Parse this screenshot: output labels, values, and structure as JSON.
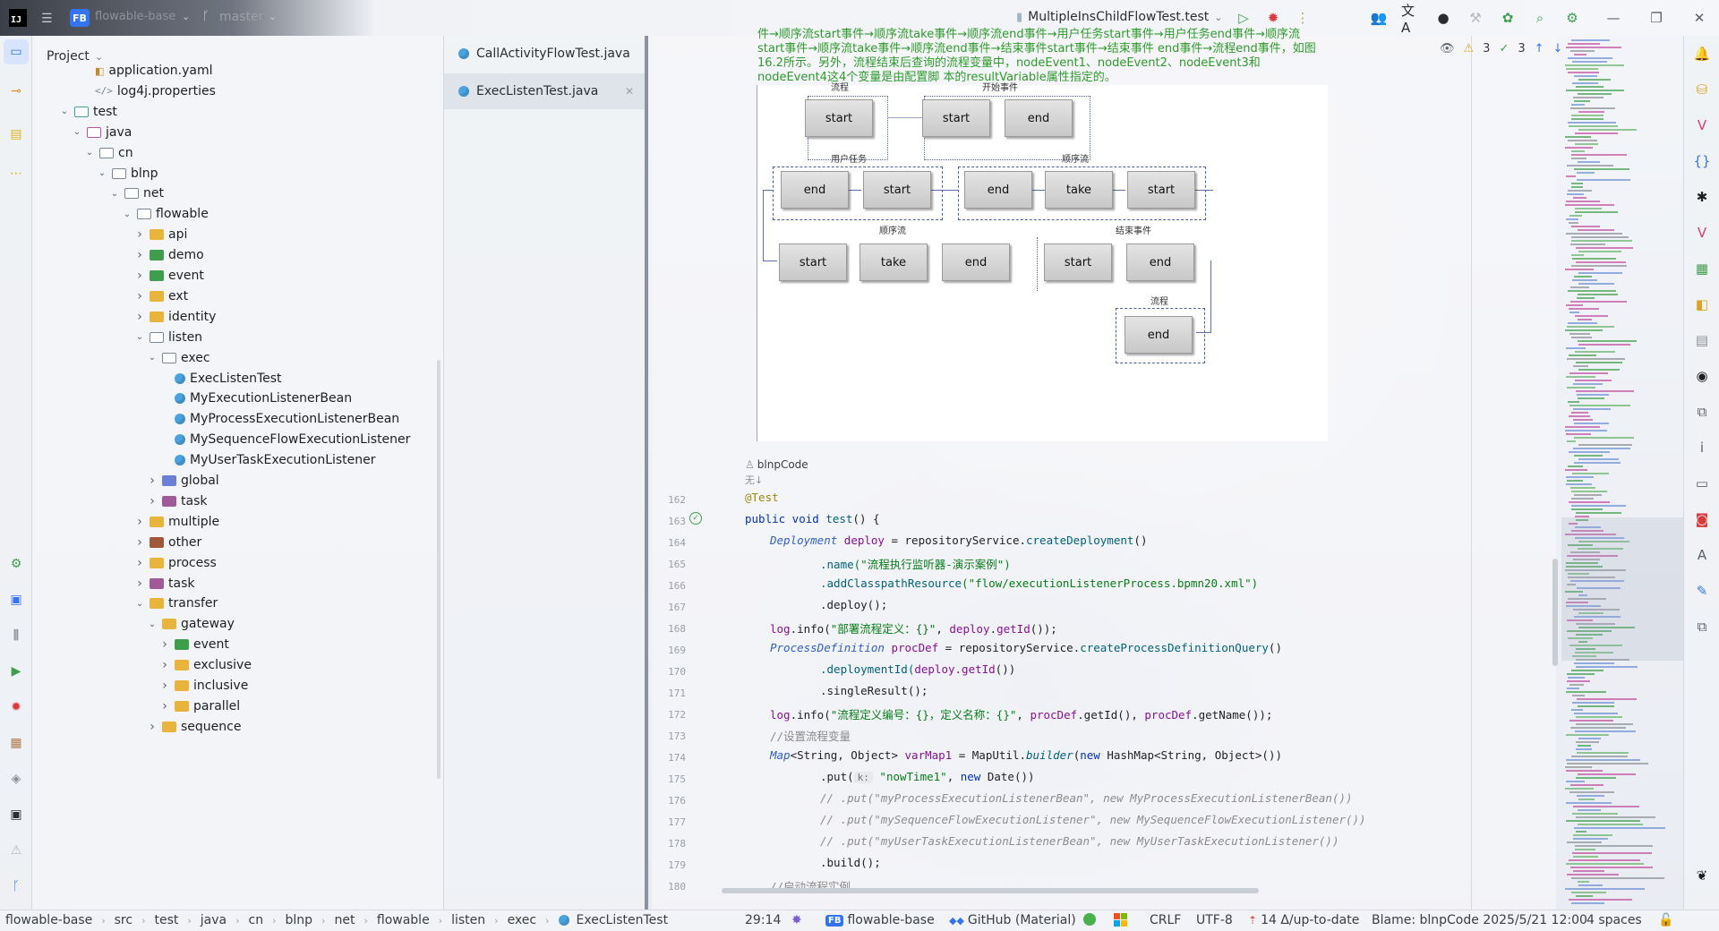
{
  "titlebar": {
    "app_logo": "IJ",
    "project_badge": "FB",
    "project_name": "flowable-base",
    "branch": "master",
    "run_config": "MultipleInsChildFlowTest.test"
  },
  "project_panel": {
    "title": "Project",
    "rows": [
      {
        "label": "application.yaml",
        "indent": 0,
        "arrow": "",
        "icon": "yaml"
      },
      {
        "label": "log4j.properties",
        "indent": 0,
        "arrow": "",
        "icon": "props"
      },
      {
        "label": "test",
        "indent": 0,
        "arrow": "down",
        "icon": "test-folder"
      },
      {
        "label": "java",
        "indent": 1,
        "arrow": "down",
        "icon": "src-folder"
      },
      {
        "label": "cn",
        "indent": 2,
        "arrow": "down",
        "icon": "package"
      },
      {
        "label": "blnp",
        "indent": 3,
        "arrow": "down",
        "icon": "package"
      },
      {
        "label": "net",
        "indent": 4,
        "arrow": "down",
        "icon": "package"
      },
      {
        "label": "flowable",
        "indent": 5,
        "arrow": "down",
        "icon": "package"
      },
      {
        "label": "api",
        "indent": 6,
        "arrow": "right",
        "icon": "api-folder"
      },
      {
        "label": "demo",
        "indent": 6,
        "arrow": "right",
        "icon": "demo-folder"
      },
      {
        "label": "event",
        "indent": 6,
        "arrow": "right",
        "icon": "event-folder"
      },
      {
        "label": "ext",
        "indent": 6,
        "arrow": "right",
        "icon": "folder"
      },
      {
        "label": "identity",
        "indent": 6,
        "arrow": "right",
        "icon": "folder"
      },
      {
        "label": "listen",
        "indent": 6,
        "arrow": "down",
        "icon": "package"
      },
      {
        "label": "exec",
        "indent": 7,
        "arrow": "down",
        "icon": "package"
      },
      {
        "label": "ExecListenTest",
        "indent": 8,
        "arrow": "",
        "icon": "java"
      },
      {
        "label": "MyExecutionListenerBean",
        "indent": 8,
        "arrow": "",
        "icon": "java"
      },
      {
        "label": "MyProcessExecutionListenerBean",
        "indent": 8,
        "arrow": "",
        "icon": "java"
      },
      {
        "label": "MySequenceFlowExecutionListener",
        "indent": 8,
        "arrow": "",
        "icon": "java"
      },
      {
        "label": "MyUserTaskExecutionListener",
        "indent": 8,
        "arrow": "",
        "icon": "java"
      },
      {
        "label": "global",
        "indent": 7,
        "arrow": "right",
        "icon": "global-folder"
      },
      {
        "label": "task",
        "indent": 7,
        "arrow": "right",
        "icon": "task-folder"
      },
      {
        "label": "multiple",
        "indent": 6,
        "arrow": "right",
        "icon": "folder"
      },
      {
        "label": "other",
        "indent": 6,
        "arrow": "right",
        "icon": "other-folder"
      },
      {
        "label": "process",
        "indent": 6,
        "arrow": "right",
        "icon": "folder"
      },
      {
        "label": "task",
        "indent": 6,
        "arrow": "right",
        "icon": "task-folder"
      },
      {
        "label": "transfer",
        "indent": 6,
        "arrow": "down",
        "icon": "folder"
      },
      {
        "label": "gateway",
        "indent": 7,
        "arrow": "down",
        "icon": "folder"
      },
      {
        "label": "event",
        "indent": 8,
        "arrow": "right",
        "icon": "event-folder"
      },
      {
        "label": "exclusive",
        "indent": 8,
        "arrow": "right",
        "icon": "folder"
      },
      {
        "label": "inclusive",
        "indent": 8,
        "arrow": "right",
        "icon": "folder"
      },
      {
        "label": "parallel",
        "indent": 8,
        "arrow": "right",
        "icon": "folder"
      },
      {
        "label": "sequence",
        "indent": 7,
        "arrow": "right",
        "icon": "folder"
      }
    ]
  },
  "tabs": [
    {
      "label": "CallActivityFlowTest.java",
      "active": false
    },
    {
      "label": "ExecListenTest.java",
      "active": true
    }
  ],
  "editor": {
    "inspections": {
      "warnings": "3",
      "typos": "3"
    },
    "doc_lines": [
      "件→顺序流start事件→顺序流take事件→顺序流end事件→用户任务start事件→用户任务end事件→顺序流",
      "start事件→顺序流take事件→顺序流end事件→结束事件start事件→结束事件 end事件→流程end事件，如图",
      "16.2所示。另外，流程结束后查询的流程变量中，nodeEvent1、nodeEvent2、nodeEvent3和",
      "nodeEvent4这4个变量是由配置脚 本的resultVariable属性指定的。"
    ],
    "diagram": {
      "group_labels": [
        "流程",
        "开始事件",
        "用户任务",
        "顺序流",
        "顺序流",
        "结束事件",
        "流程"
      ],
      "boxes": [
        "start",
        "start",
        "end",
        "end",
        "start",
        "end",
        "take",
        "start",
        "start",
        "take",
        "end",
        "start",
        "end",
        "end"
      ]
    },
    "author": "blnpCode",
    "usages_hint": "无↓",
    "line_numbers": [
      "162",
      "163",
      "164",
      "165",
      "166",
      "167",
      "168",
      "169",
      "170",
      "171",
      "172",
      "173",
      "174",
      "175",
      "176",
      "177",
      "178",
      "179",
      "180"
    ],
    "code": {
      "l162": "@Test",
      "l163_kw": "public void ",
      "l163_fn": "test",
      "l163_rest": "() {",
      "l164_type": "Deployment ",
      "l164_var": "deploy",
      "l164_eq": " = repositoryService.",
      "l164_m": "createDeployment",
      "l164_end": "()",
      "l165_m": ".name",
      "l165_s": "(\"流程执行监听器-演示案例\")",
      "l166_m": ".addClasspathResource",
      "l166_s": "(\"flow/executionListenerProcess.bpmn20.xml\")",
      "l167": ".deploy();",
      "l168_a": "log",
      "l168_b": ".info(",
      "l168_s": "\"部署流程定义：{}\"",
      "l168_c": ", ",
      "l168_d": "deploy",
      "l168_e": ".",
      "l168_f": "getId",
      "l168_g": "());",
      "l169_type": "ProcessDefinition ",
      "l169_var": "procDef",
      "l169_eq": " = repositoryService.",
      "l169_m": "createProcessDefinitionQuery",
      "l169_end": "()",
      "l170_m": ".deploymentId(",
      "l170_v": "deploy",
      "l170_g": ".getId",
      "l170_end": "())",
      "l171": ".singleResult();",
      "l172_a": "log",
      "l172_b": ".info(",
      "l172_s": "\"流程定义编号：{}，定义名称：{}\"",
      "l172_c": ", ",
      "l172_d": "procDef",
      "l172_e": ".getId(), ",
      "l172_f": "procDef",
      "l172_g": ".getName());",
      "l173": "//设置流程变量",
      "l174_type": "Map",
      "l174_gen": "<String, Object> ",
      "l174_var": "varMap1",
      "l174_eq": " = MapUtil.",
      "l174_m": "builder",
      "l174_open": "(",
      "l174_new": "new ",
      "l174_rest": "HashMap<String, Object>())",
      "l175_m": ".put(",
      "l175_hint": "k:",
      "l175_s": " \"nowTime1\"",
      "l175_c": ", ",
      "l175_new": "new ",
      "l175_rest": "Date())",
      "l176": "// .put(\"myProcessExecutionListenerBean\", new MyProcessExecutionListenerBean())",
      "l177": "// .put(\"mySequenceFlowExecutionListener\", new MySequenceFlowExecutionListener())",
      "l178": "// .put(\"myUserTaskExecutionListenerBean\", new MyUserTaskExecutionListener())",
      "l179": ".build();",
      "l180": "//启动流程实例"
    }
  },
  "statusbar": {
    "breadcrumbs": [
      "flowable-base",
      "src",
      "test",
      "java",
      "cn",
      "blnp",
      "net",
      "flowable",
      "listen",
      "exec",
      "ExecListenTest"
    ],
    "position": "29:14",
    "project_badge": "FB",
    "project": "flowable-base",
    "theme": "GitHub (Material)",
    "line_sep": "CRLF",
    "encoding": "UTF-8",
    "vcs": "14 Δ/up-to-date",
    "blame": "Blame: blnpCode 2025/5/21 12:00",
    "indent": "4 spaces"
  },
  "colors": {
    "accent": "#3574f0",
    "doc_green": "#2d9a2b",
    "keyword": "#0033b3",
    "string": "#067d17"
  }
}
